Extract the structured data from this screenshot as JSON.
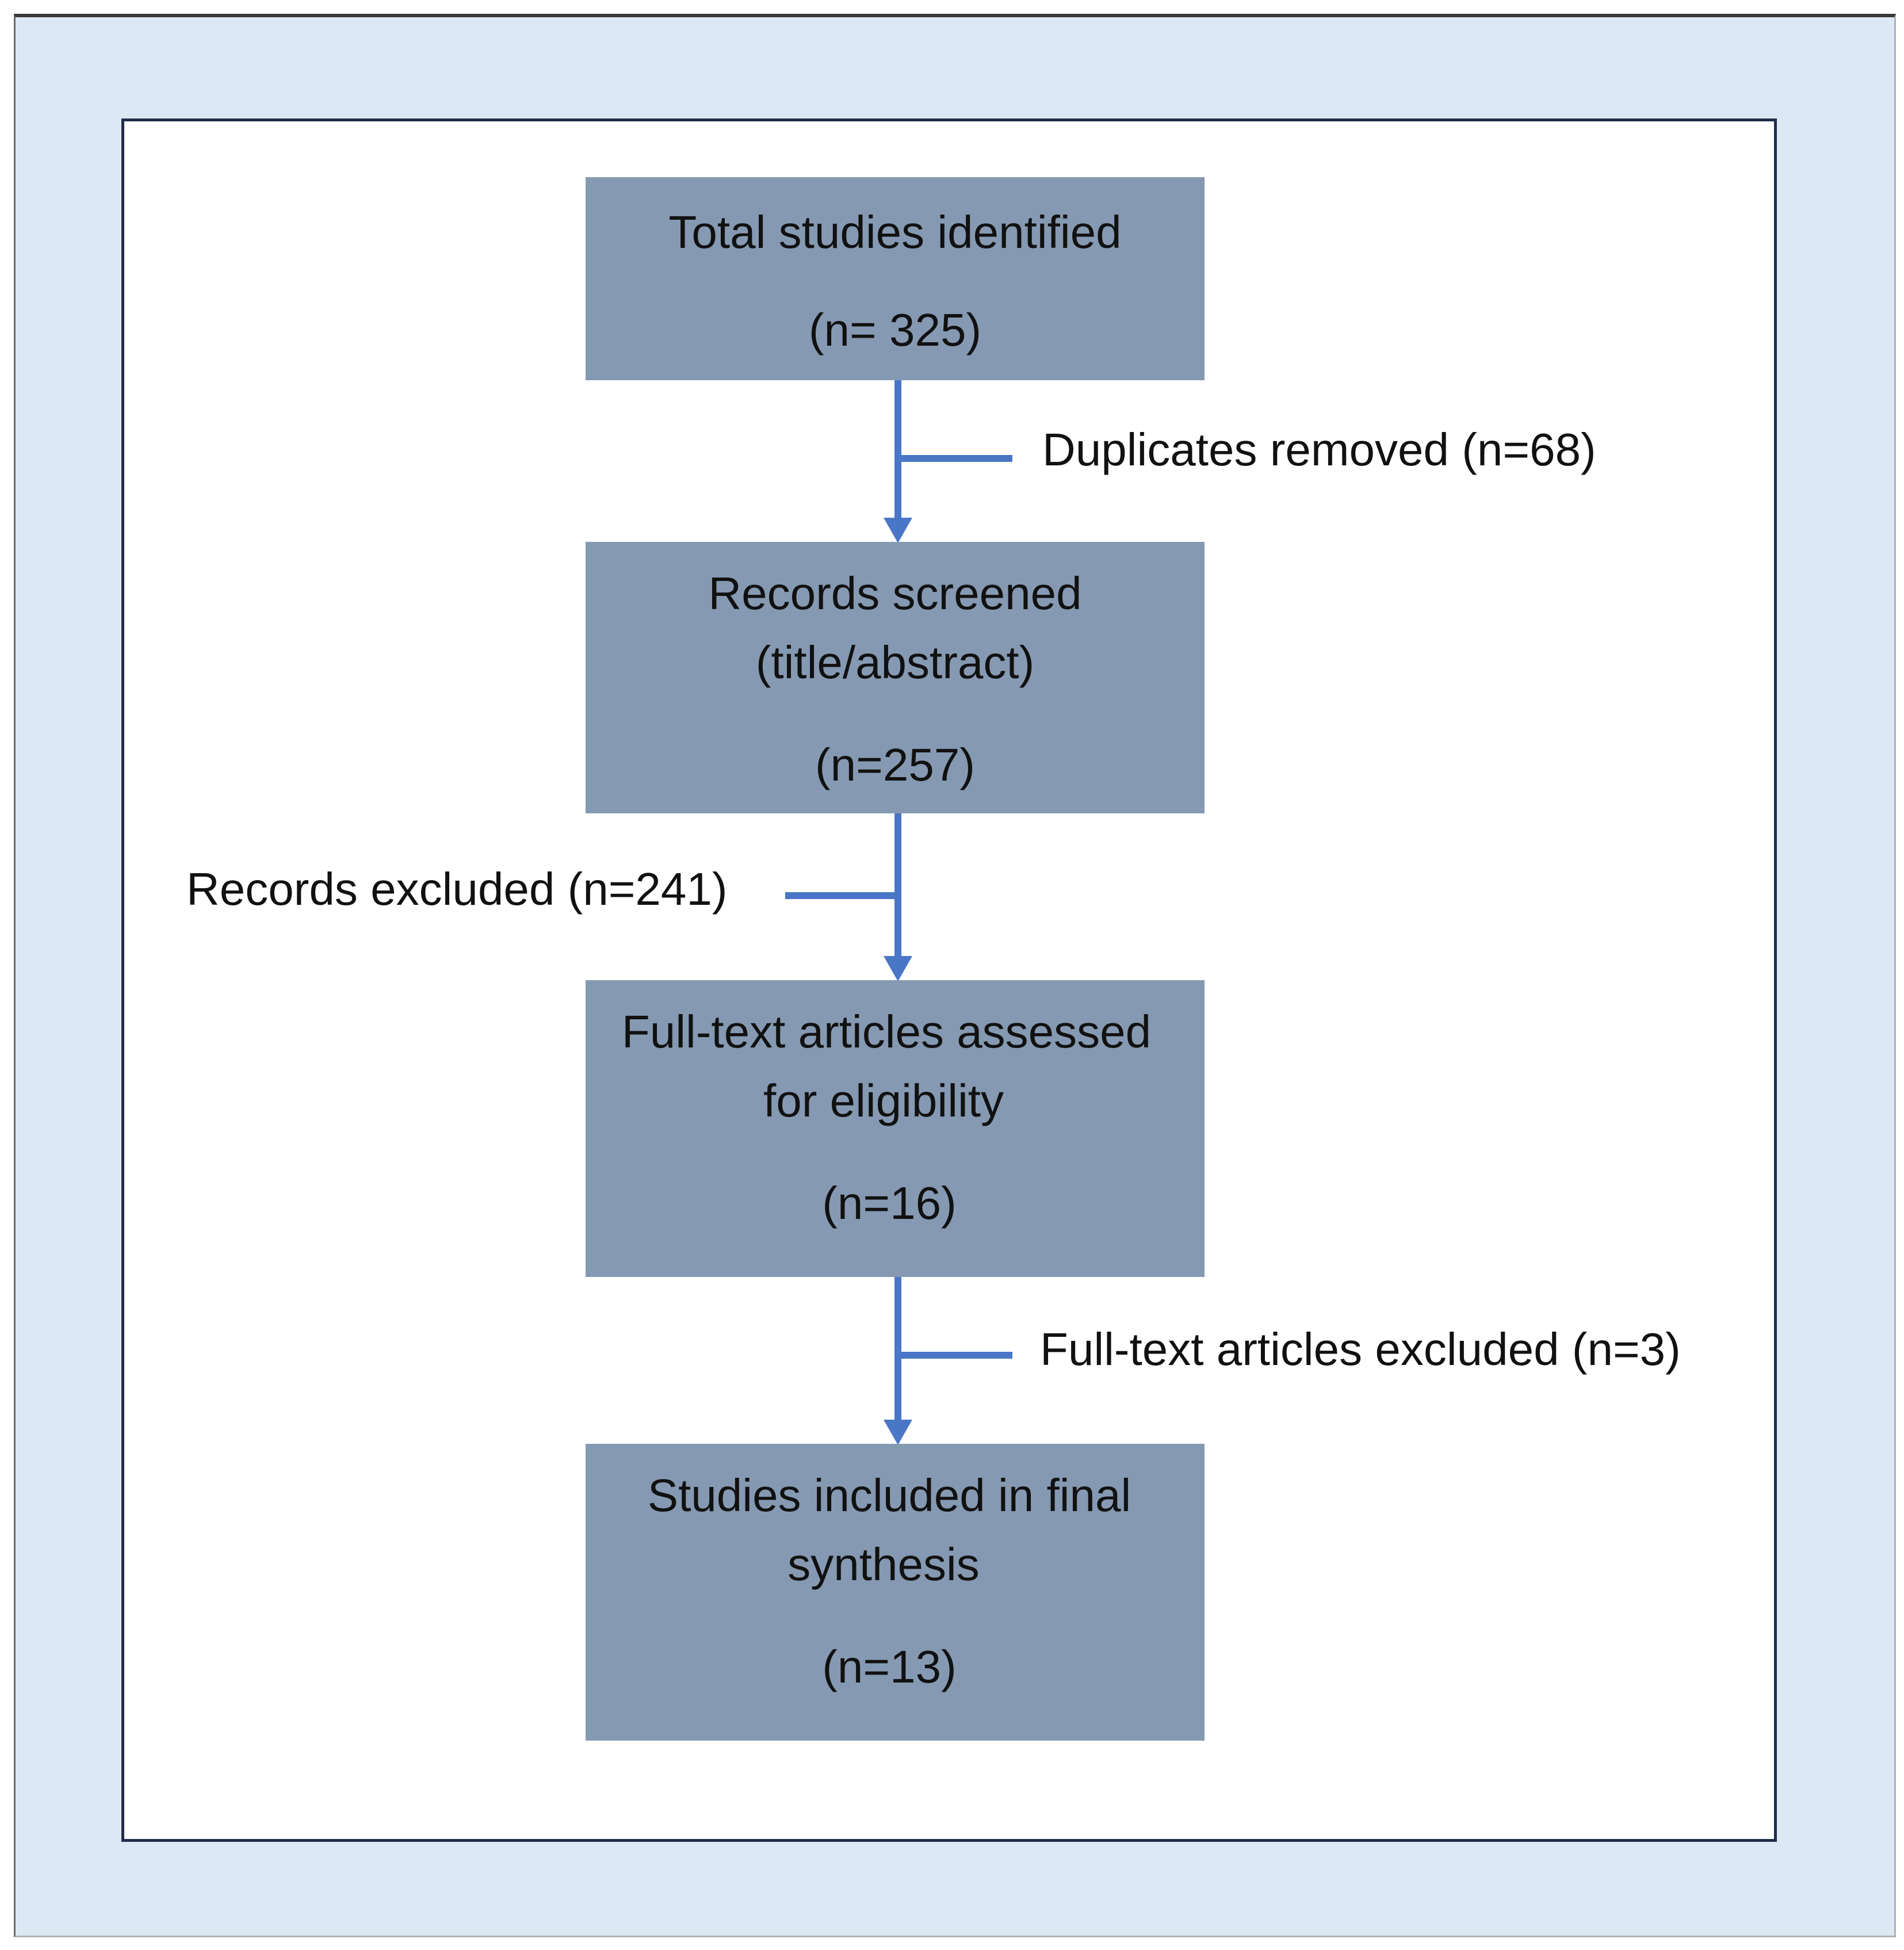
{
  "boxes": {
    "identified": {
      "title": "Total studies identified",
      "count": "(n= 325)"
    },
    "screened": {
      "title_line1": "Records screened",
      "title_line2": "(title/abstract)",
      "count": "(n=257)"
    },
    "fulltext": {
      "title_line1": "Full-text articles assessed",
      "title_line2": "for eligibility",
      "count": "(n=16)"
    },
    "included": {
      "title_line1": "Studies included in final",
      "title_line2": "synthesis",
      "count": "(n=13)"
    }
  },
  "exclusions": {
    "duplicates": "Duplicates removed (n=68)",
    "records_excluded": "Records excluded (n=241)",
    "fulltext_excluded": "Full-text articles excluded (n=3)"
  },
  "colors": {
    "box_fill": "#8599b2",
    "connector": "#4a76c7",
    "outer_background": "#dde8f5",
    "inner_border": "#1f2d4a"
  }
}
